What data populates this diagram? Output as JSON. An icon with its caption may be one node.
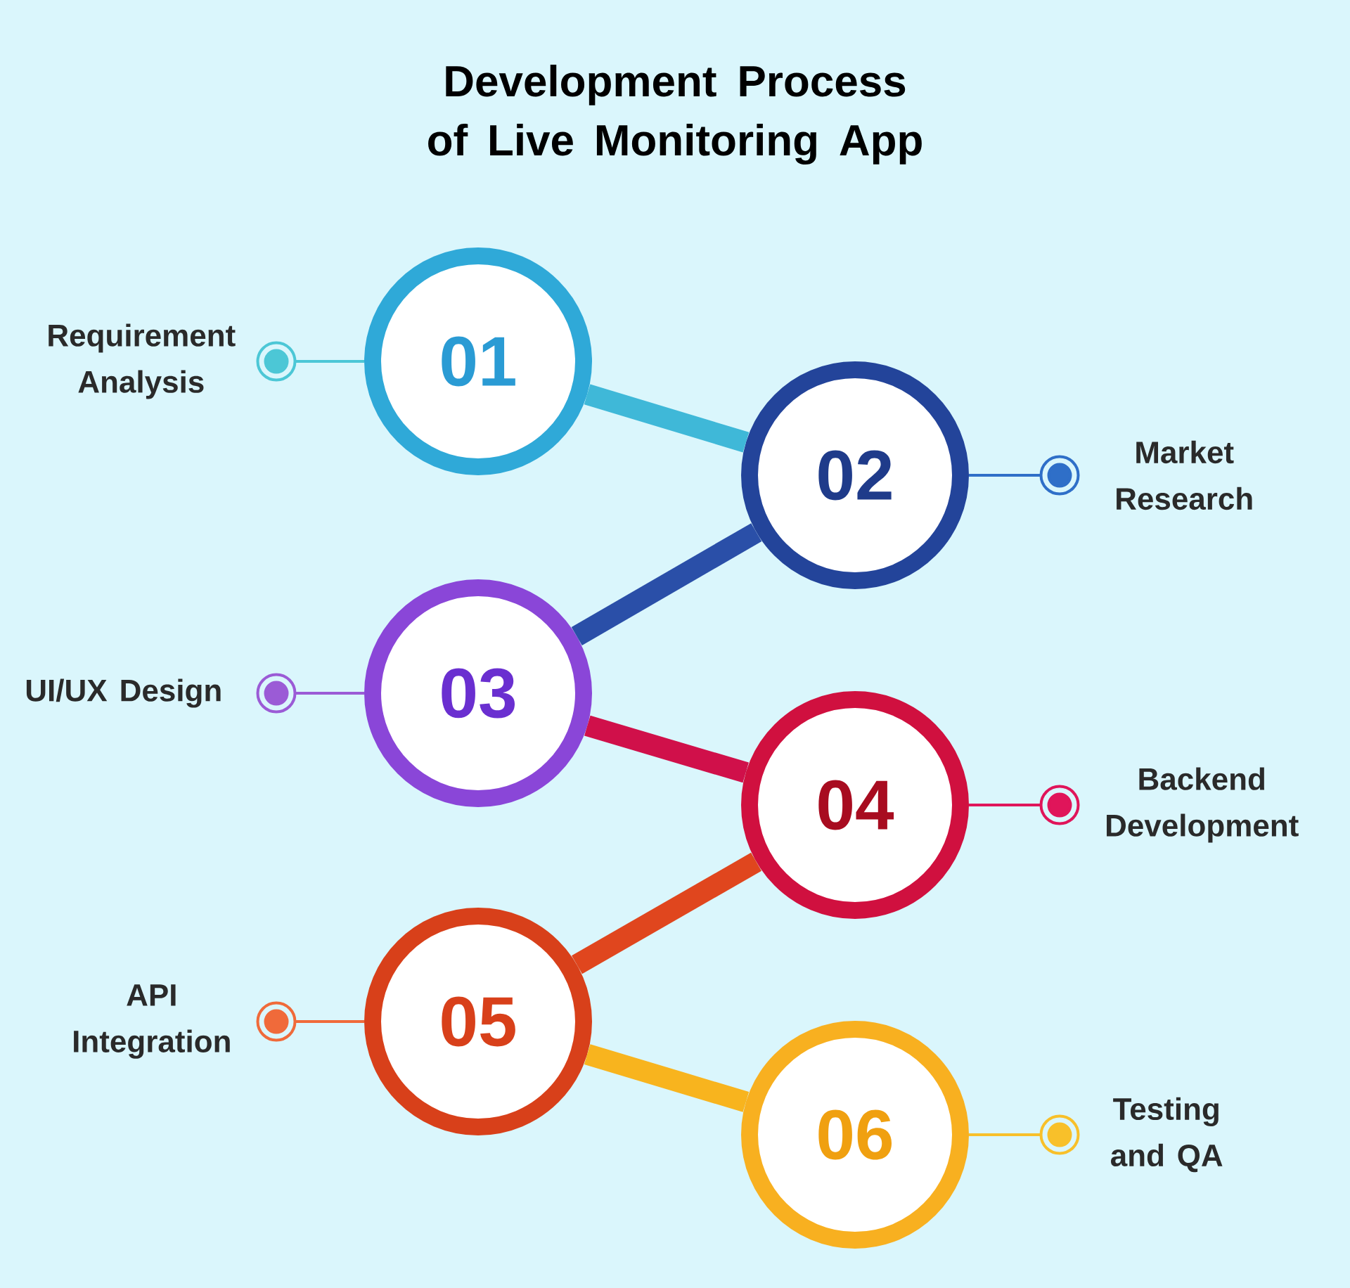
{
  "diagram": {
    "title": "Development Process of Live Monitoring App",
    "nodes": [
      {
        "text": [
          "01"
        ]
      },
      {
        "text": [
          "02"
        ]
      },
      {
        "text": [
          "03"
        ]
      },
      {
        "text": [
          "04"
        ]
      },
      {
        "text": [
          "05"
        ]
      },
      {
        "text": [
          "06"
        ]
      },
      {
        "text": [
          "Requirement Analysis"
        ]
      },
      {
        "text": [
          "Market Research"
        ]
      },
      {
        "text": [
          "UI/UX Design"
        ]
      },
      {
        "text": [
          "Backend Development"
        ]
      },
      {
        "text": [
          "API Integration"
        ]
      },
      {
        "text": [
          "Testing and QA"
        ]
      }
    ],
    "edges": [
      {
        "from": 0,
        "to": 1,
        "arrow": "none",
        "style": "thick",
        "color": "#3fb8d8"
      },
      {
        "from": 1,
        "to": 2,
        "arrow": "none",
        "style": "thick",
        "color": "#2a4fa8"
      },
      {
        "from": 2,
        "to": 3,
        "arrow": "none",
        "style": "thick",
        "color": "#d0104a"
      },
      {
        "from": 3,
        "to": 4,
        "arrow": "none",
        "style": "thick",
        "color": "#e0461e"
      },
      {
        "from": 4,
        "to": 5,
        "arrow": "none",
        "style": "thick",
        "color": "#f8b41e"
      },
      {
        "from": 0,
        "to": 6,
        "arrow": "other",
        "color": "#4cc7d6"
      },
      {
        "from": 1,
        "to": 7,
        "arrow": "other",
        "color": "#2f6fc8"
      },
      {
        "from": 2,
        "to": 8,
        "arrow": "other",
        "color": "#9b5bd6"
      },
      {
        "from": 3,
        "to": 9,
        "arrow": "other",
        "color": "#e0155a"
      },
      {
        "from": 4,
        "to": 10,
        "arrow": "other",
        "color": "#f06a3a"
      },
      {
        "from": 5,
        "to": 11,
        "arrow": "other",
        "color": "#f8c02a"
      }
    ]
  }
}
